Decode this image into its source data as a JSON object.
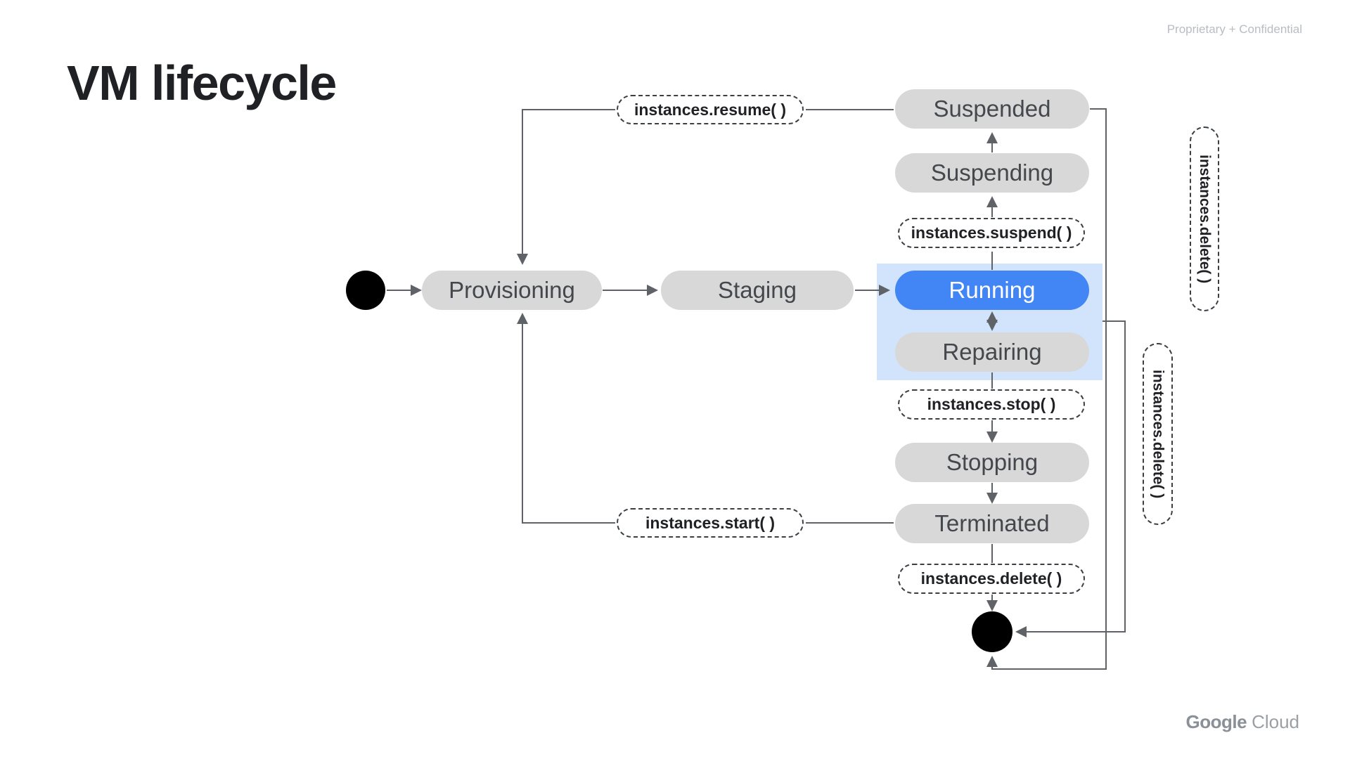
{
  "header": {
    "title": "VM lifecycle",
    "classification": "Proprietary + Confidential"
  },
  "footer": {
    "brand_primary": "Google",
    "brand_secondary": "Cloud"
  },
  "diagram": {
    "type": "state-machine",
    "highlighted_state": "Running",
    "states": {
      "provisioning": "Provisioning",
      "staging": "Staging",
      "running": "Running",
      "repairing": "Repairing",
      "suspended": "Suspended",
      "suspending": "Suspending",
      "stopping": "Stopping",
      "terminated": "Terminated"
    },
    "methods": {
      "resume": "instances.resume( )",
      "suspend": "instances.suspend( )",
      "stop": "instances.stop( )",
      "start": "instances.start( )",
      "delete": "instances.delete( )",
      "delete_upper": "instances.delete( )",
      "delete_lower": "instances.delete( )"
    },
    "colors": {
      "running_fill": "#4285f4",
      "highlight_box": "#d2e3fc",
      "state_fill": "#d8d8d8",
      "state_text": "#44474c",
      "line": "#5f6368",
      "title_text": "#202124"
    }
  }
}
